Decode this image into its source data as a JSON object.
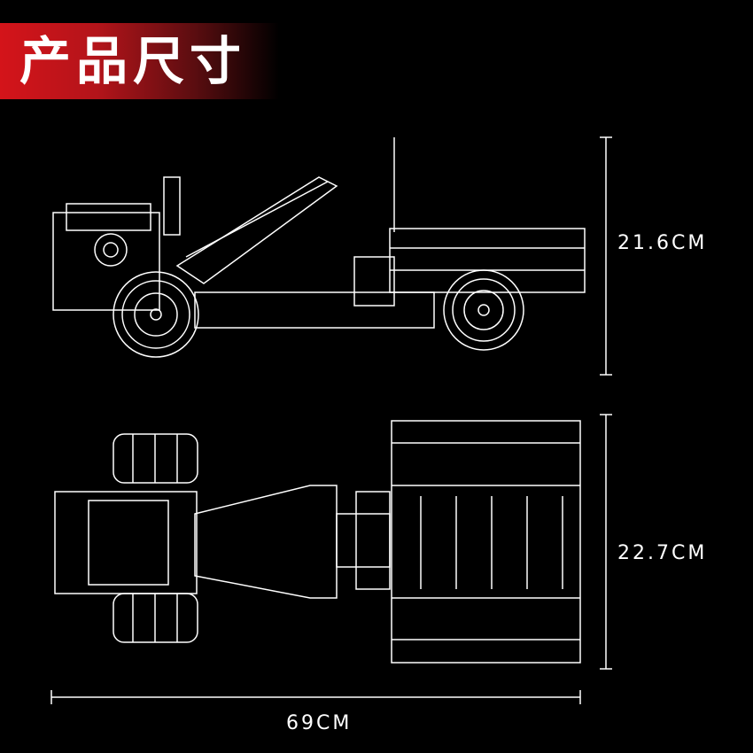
{
  "header": {
    "title": "产品尺寸",
    "accent_color": "#d4141a"
  },
  "dimensions": {
    "side_height": "21.6CM",
    "top_width": "22.7CM",
    "length": "69CM"
  }
}
